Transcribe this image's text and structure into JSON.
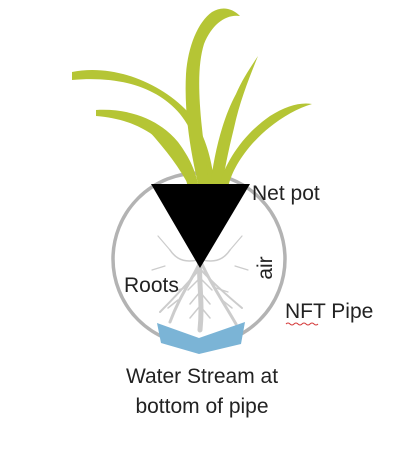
{
  "labels": {
    "net_pot": "Net pot",
    "air": "air",
    "roots": "Roots",
    "nft_pipe": "NFT Pipe",
    "caption_line1": "Water Stream at",
    "caption_line2": "bottom of pipe"
  },
  "colors": {
    "plant": "#b5c535",
    "net_pot": "#000000",
    "pipe": "#b3b3b3",
    "roots": "#cccccc",
    "water": "#7bb4d6",
    "spellcheck_underline": "#d43a3a"
  }
}
